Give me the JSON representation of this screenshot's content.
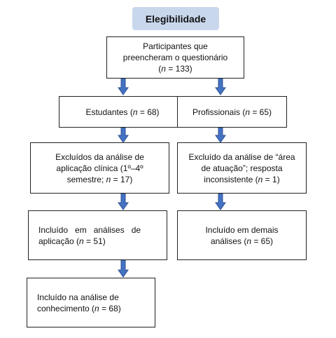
{
  "header": {
    "label": "Elegibilidade"
  },
  "nodes": {
    "participants": {
      "line1": "Participantes que",
      "line2": "preencheram o questionário",
      "count": "(n = 133)"
    },
    "students": {
      "label": "Estudantes (n = 68)"
    },
    "professionals": {
      "label": "Profissionais (n = 65)"
    },
    "excluded_students": {
      "line1": "Excluídos da análise de",
      "line2": "aplicação clínica (1º–4º",
      "line3": "semestre; n = 17)"
    },
    "excluded_professionals": {
      "line1": "Excluído da análise de “área",
      "line2": "de atuação”; resposta",
      "line3": "inconsistente (n = 1)"
    },
    "included_application": {
      "line1": "Incluído   em   análises   de",
      "line2": "aplicação (n = 51)"
    },
    "included_other": {
      "line1": "Incluído em demais",
      "line2": "análises (n = 65)"
    },
    "included_knowledge": {
      "line1": "Incluído na análise de",
      "line2": "conhecimento (n = 68)"
    }
  },
  "colors": {
    "header_bg": "#c9d7ec",
    "arrow": "#4472c4",
    "arrow_edge": "#2f528f"
  }
}
